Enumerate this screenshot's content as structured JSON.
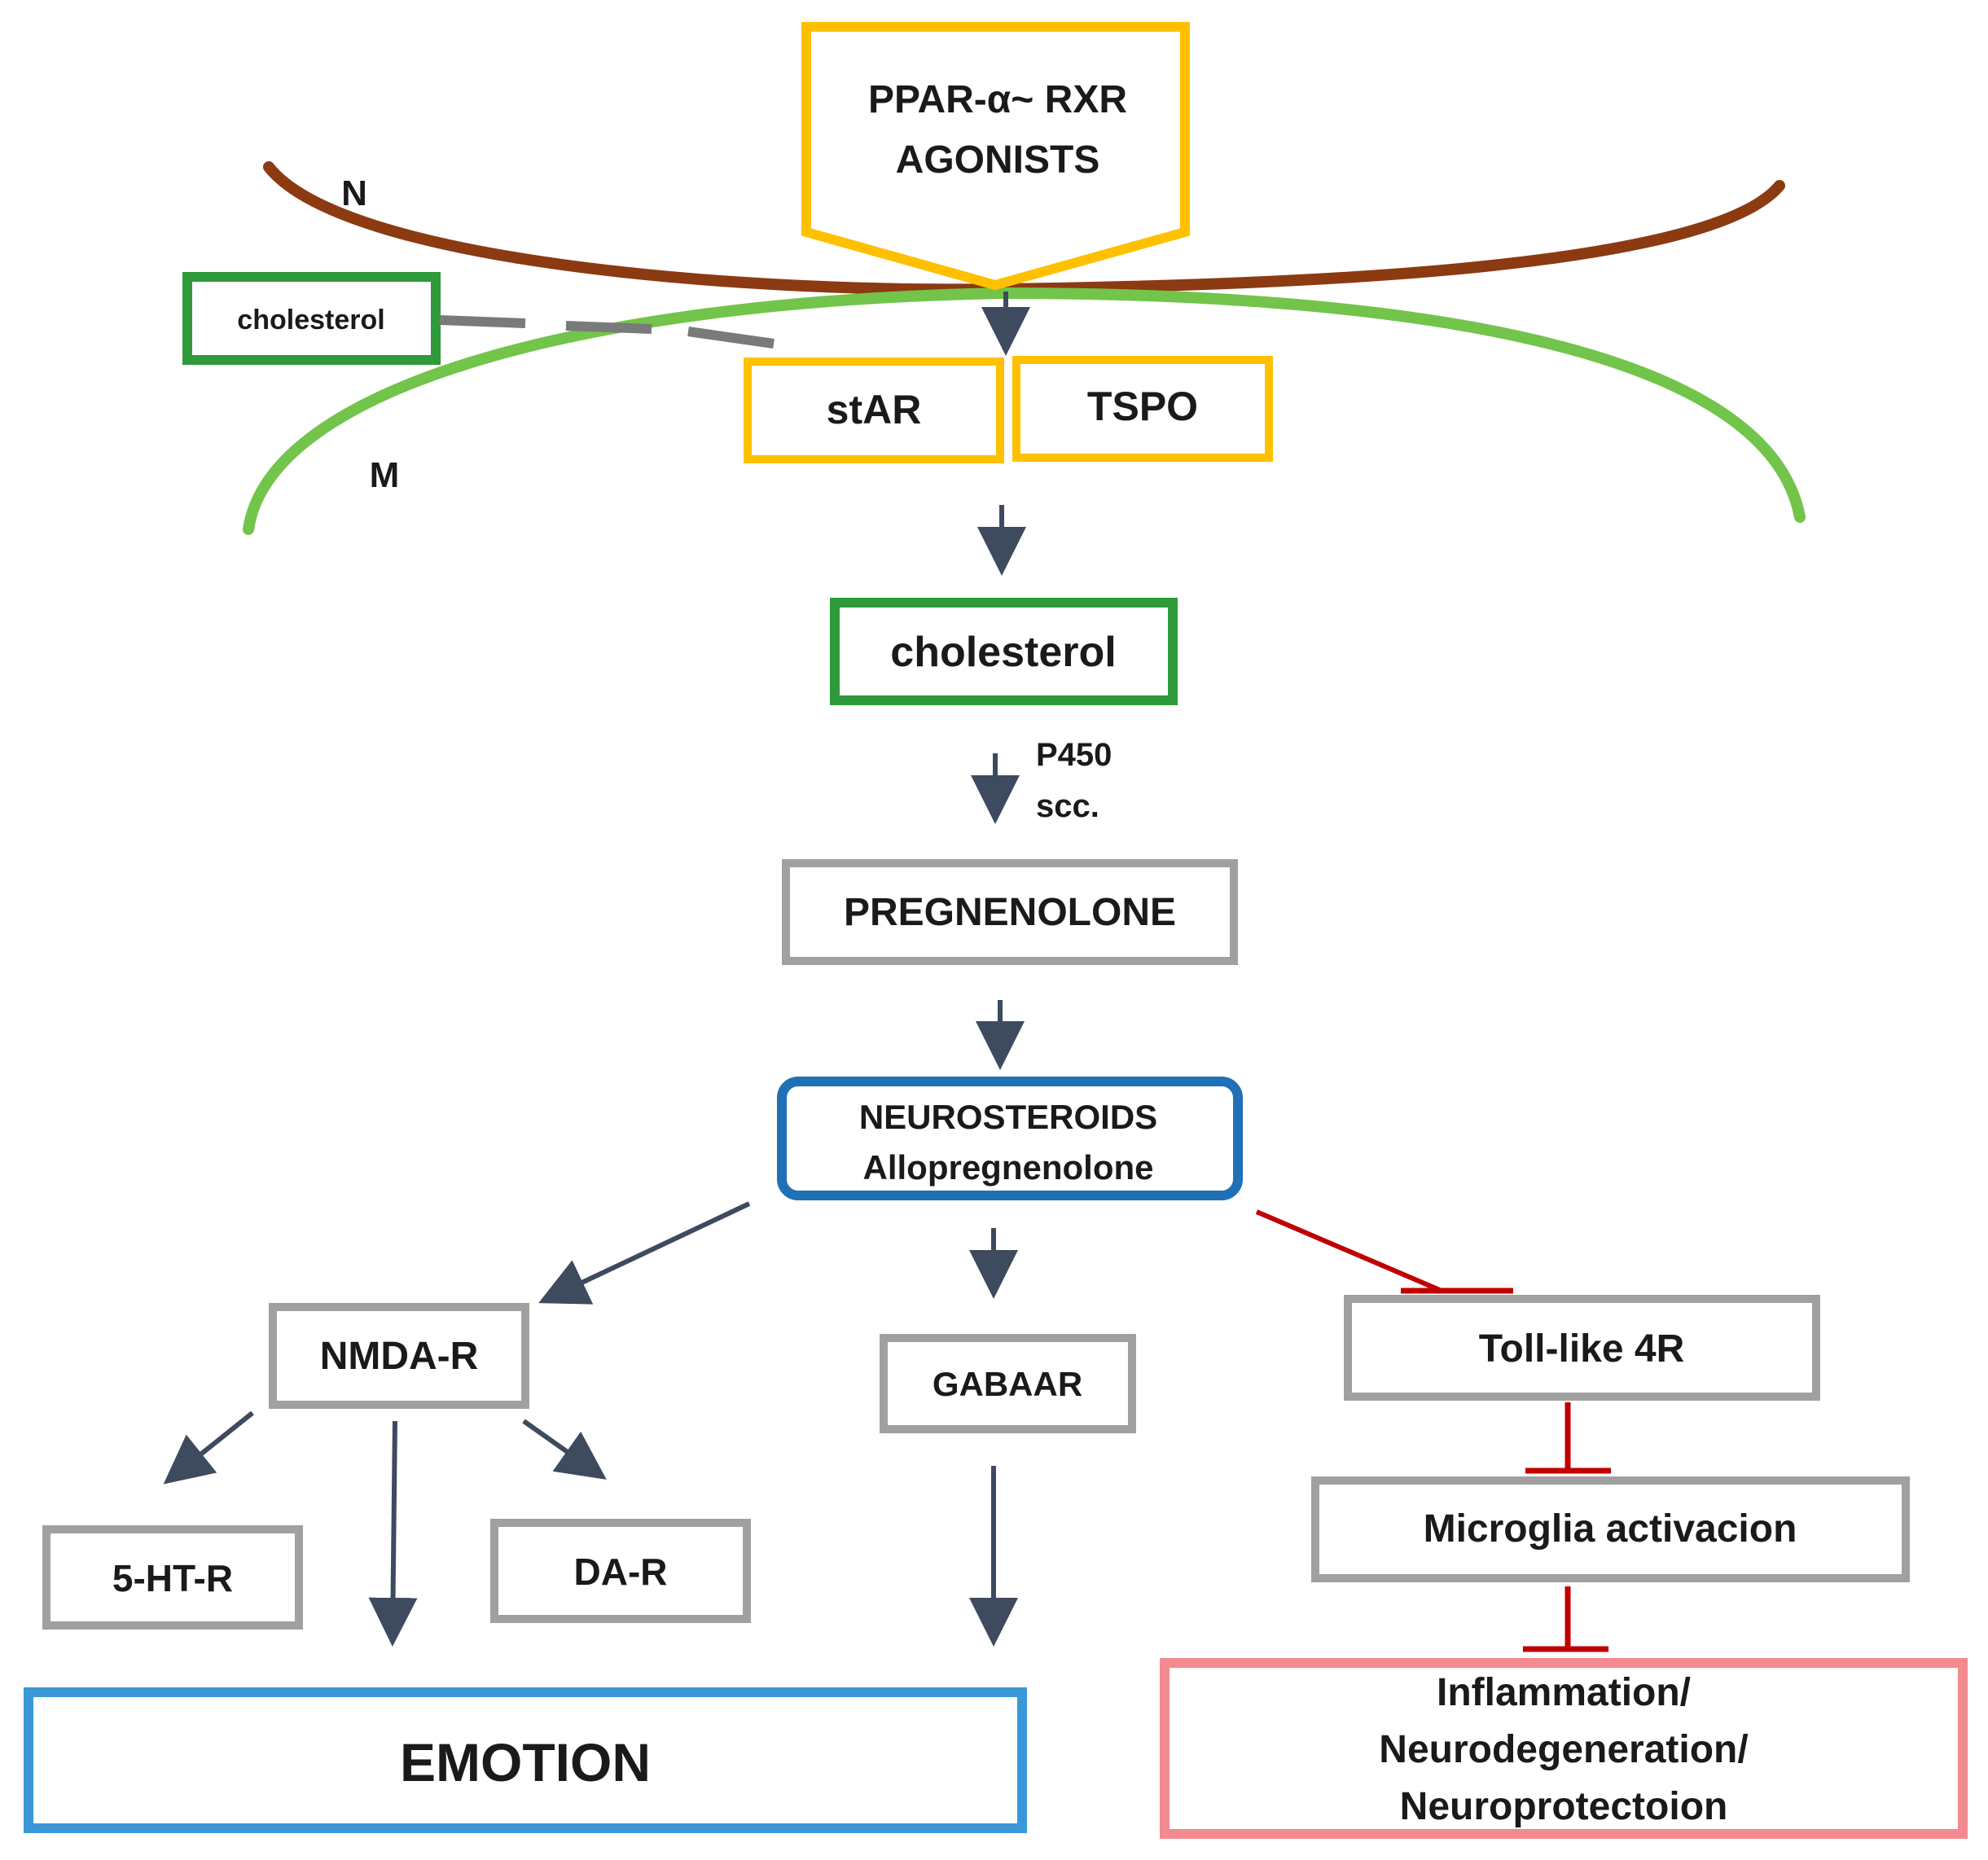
{
  "labels": {
    "nucleus": "N",
    "mito": "M",
    "cholesterol_small": "cholesterol",
    "agonist_line1": "PPAR-α~ RXR",
    "agonist_line2": "AGONISTS",
    "star": "stAR",
    "tspo": "TSPO",
    "cholesterol_main": "cholesterol",
    "p450_line1": "P450",
    "p450_line2": "scc.",
    "pregnenolone": "PREGNENOLONE",
    "neuro_line1": "NEUROSTEROIDS",
    "neuro_line2": "Allopregnenolone",
    "nmda": "NMDA-R",
    "gabaar": "GABAAR",
    "toll": "Toll-like 4R",
    "ht": "5-HT-R",
    "da": "DA-R",
    "microglia": "Microglia activacion",
    "emotion": "EMOTION",
    "inflam_line1": "Inflammation/",
    "inflam_line2": "Neurodegeneration/",
    "inflam_line3": "Neuroprotectoion"
  },
  "colors": {
    "nucleus_membrane": "#8b3a12",
    "mito_membrane": "#72c44a",
    "agonist_border": "#ffc000",
    "green_border": "#2e9a3a",
    "gray_border": "#a0a0a0",
    "neuro_border": "#1f70b5",
    "emotion_border": "#3a98d8",
    "inflam_border": "#f28a8f",
    "arrow": "#3e4a5e",
    "inhibit": "#c00000"
  }
}
